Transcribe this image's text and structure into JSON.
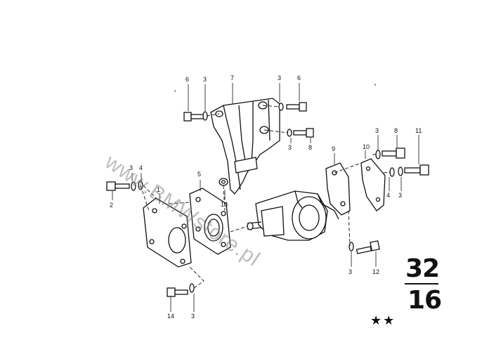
{
  "callouts": [
    {
      "id": "c6a",
      "label": "6"
    },
    {
      "id": "c3a",
      "label": "3"
    },
    {
      "id": "c7",
      "label": "7"
    },
    {
      "id": "c3b",
      "label": "3"
    },
    {
      "id": "c6b",
      "label": "6"
    },
    {
      "id": "c3c",
      "label": "3"
    },
    {
      "id": "c8a",
      "label": "8"
    },
    {
      "id": "c3d",
      "label": "3"
    },
    {
      "id": "c4a",
      "label": "4"
    },
    {
      "id": "c2",
      "label": "2"
    },
    {
      "id": "c1",
      "label": "1"
    },
    {
      "id": "c5",
      "label": "5"
    },
    {
      "id": "c13",
      "label": "13"
    },
    {
      "id": "c9",
      "label": "9"
    },
    {
      "id": "c10",
      "label": "10"
    },
    {
      "id": "c3e",
      "label": "3"
    },
    {
      "id": "c8b",
      "label": "8"
    },
    {
      "id": "c11",
      "label": "11"
    },
    {
      "id": "c4b",
      "label": "4"
    },
    {
      "id": "c3f",
      "label": "3"
    },
    {
      "id": "c3g",
      "label": "3"
    },
    {
      "id": "c12",
      "label": "12"
    },
    {
      "id": "c14",
      "label": "14"
    },
    {
      "id": "c3h",
      "label": "3"
    }
  ],
  "group": {
    "top": "32",
    "bottom": "16",
    "stars": "★★"
  },
  "watermark": "www.BMWstore.pl"
}
